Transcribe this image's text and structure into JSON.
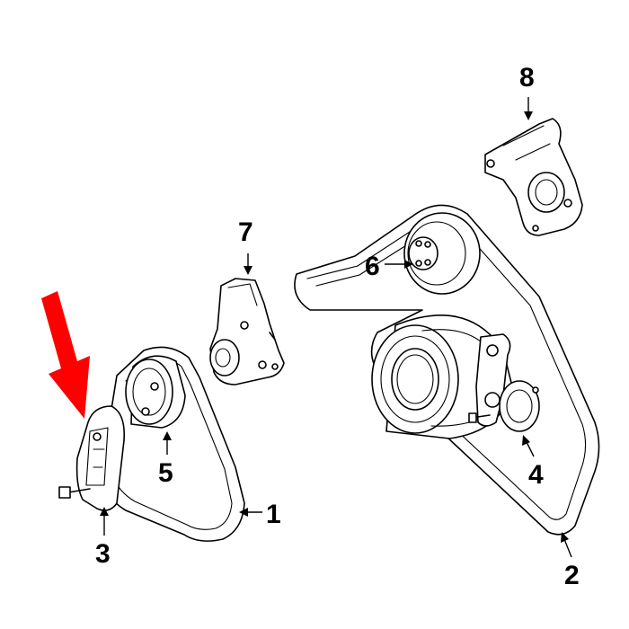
{
  "diagram": {
    "highlight_color": "#ff0000",
    "line_color": "#000000",
    "background": "#ffffff",
    "callouts": [
      {
        "id": "1",
        "label": "1"
      },
      {
        "id": "2",
        "label": "2"
      },
      {
        "id": "3",
        "label": "3"
      },
      {
        "id": "4",
        "label": "4"
      },
      {
        "id": "5",
        "label": "5"
      },
      {
        "id": "6",
        "label": "6"
      },
      {
        "id": "7",
        "label": "7"
      },
      {
        "id": "8",
        "label": "8"
      }
    ]
  }
}
